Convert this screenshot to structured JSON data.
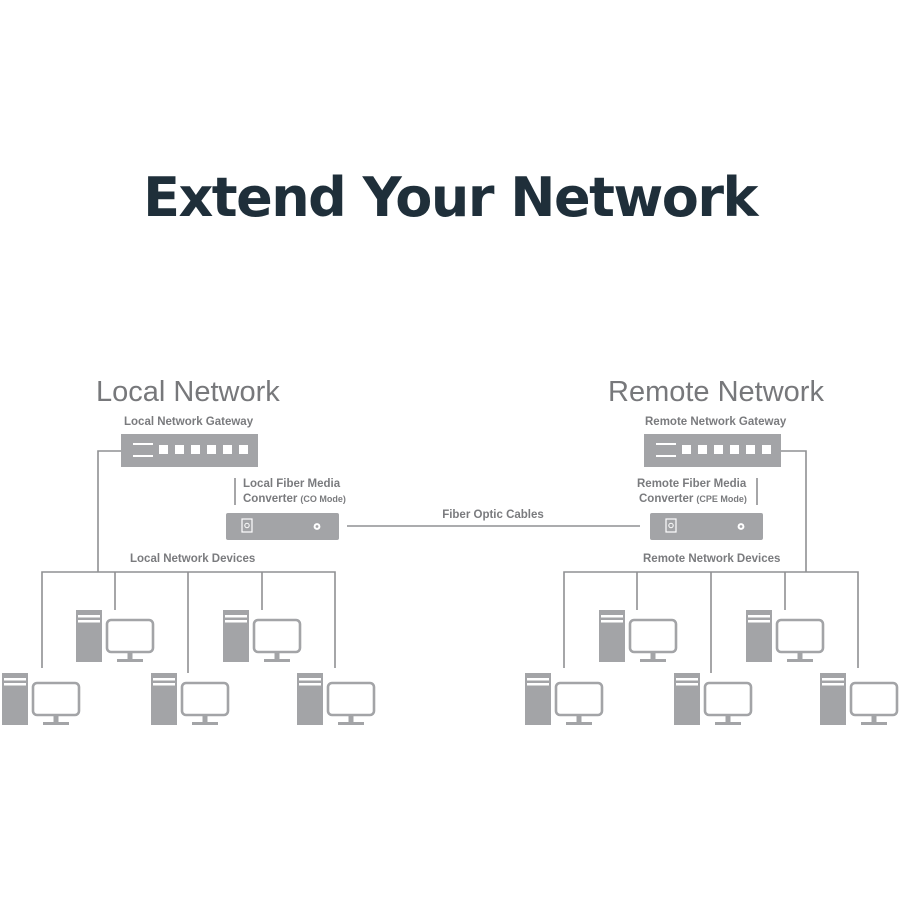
{
  "title": "Extend Your Network",
  "local": {
    "heading": "Local Network",
    "gateway_label": "Local Network Gateway",
    "converter_label_line1": "Local Fiber Media",
    "converter_label_line2": "Converter",
    "converter_mode": "(CO Mode)",
    "devices_label": "Local Network Devices"
  },
  "remote": {
    "heading": "Remote Network",
    "gateway_label": "Remote Network Gateway",
    "converter_label_line1": "Remote Fiber Media",
    "converter_label_line2": "Converter",
    "converter_mode": "(CPE Mode)",
    "devices_label": "Remote Network Devices"
  },
  "link_label": "Fiber Optic Cables",
  "colors": {
    "title": "#1f2f3a",
    "device_gray": "#a3a4a7",
    "line_gray": "#8f9093",
    "text_gray": "#7a7b7e"
  }
}
